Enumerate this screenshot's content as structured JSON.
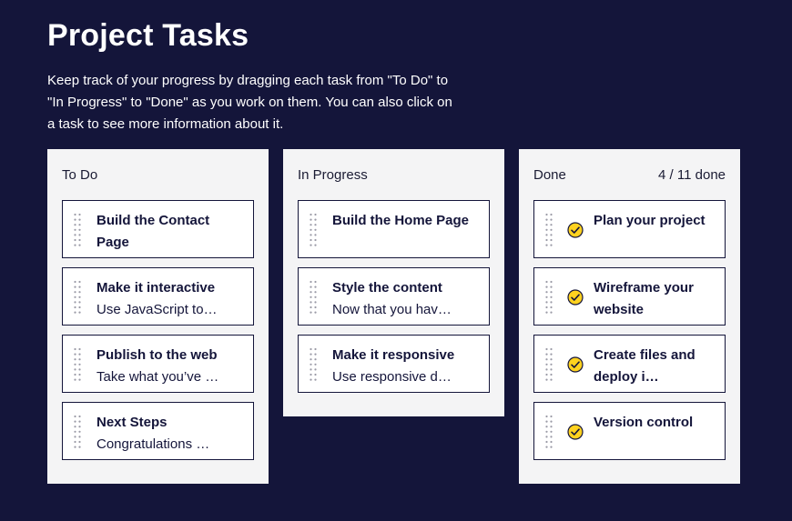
{
  "page": {
    "title": "Project Tasks",
    "intro": "Keep track of your progress by dragging each task from \"To Do\" to \"In Progress\" to \"Done\" as you work on them. You can also click on a task to see more information about it."
  },
  "colors": {
    "background": "#14153a",
    "column": "#f4f4f5",
    "card_border": "#14153a",
    "check_fill": "#ffd21f"
  },
  "columns": {
    "todo": {
      "title": "To Do",
      "cards": [
        {
          "title": "Build the Contact Page",
          "desc": ""
        },
        {
          "title": "Make it interactive",
          "desc": "Use JavaScript to…"
        },
        {
          "title": "Publish to the web",
          "desc": "Take what you’ve …"
        },
        {
          "title": "Next Steps",
          "desc": "Congratulations …"
        }
      ]
    },
    "progress": {
      "title": "In Progress",
      "cards": [
        {
          "title": "Build the Home Page",
          "desc": ""
        },
        {
          "title": "Style the content",
          "desc": "Now that you hav…"
        },
        {
          "title": "Make it responsive",
          "desc": "Use responsive d…"
        }
      ]
    },
    "done": {
      "title": "Done",
      "count": "4 / 11 done",
      "cards": [
        {
          "title": "Plan your project",
          "icon": "check-circle-icon"
        },
        {
          "title": "Wireframe your website",
          "icon": "check-circle-icon"
        },
        {
          "title": "Create files and deploy i…",
          "icon": "check-circle-icon"
        },
        {
          "title": "Version control",
          "icon": "check-circle-icon"
        }
      ]
    }
  }
}
